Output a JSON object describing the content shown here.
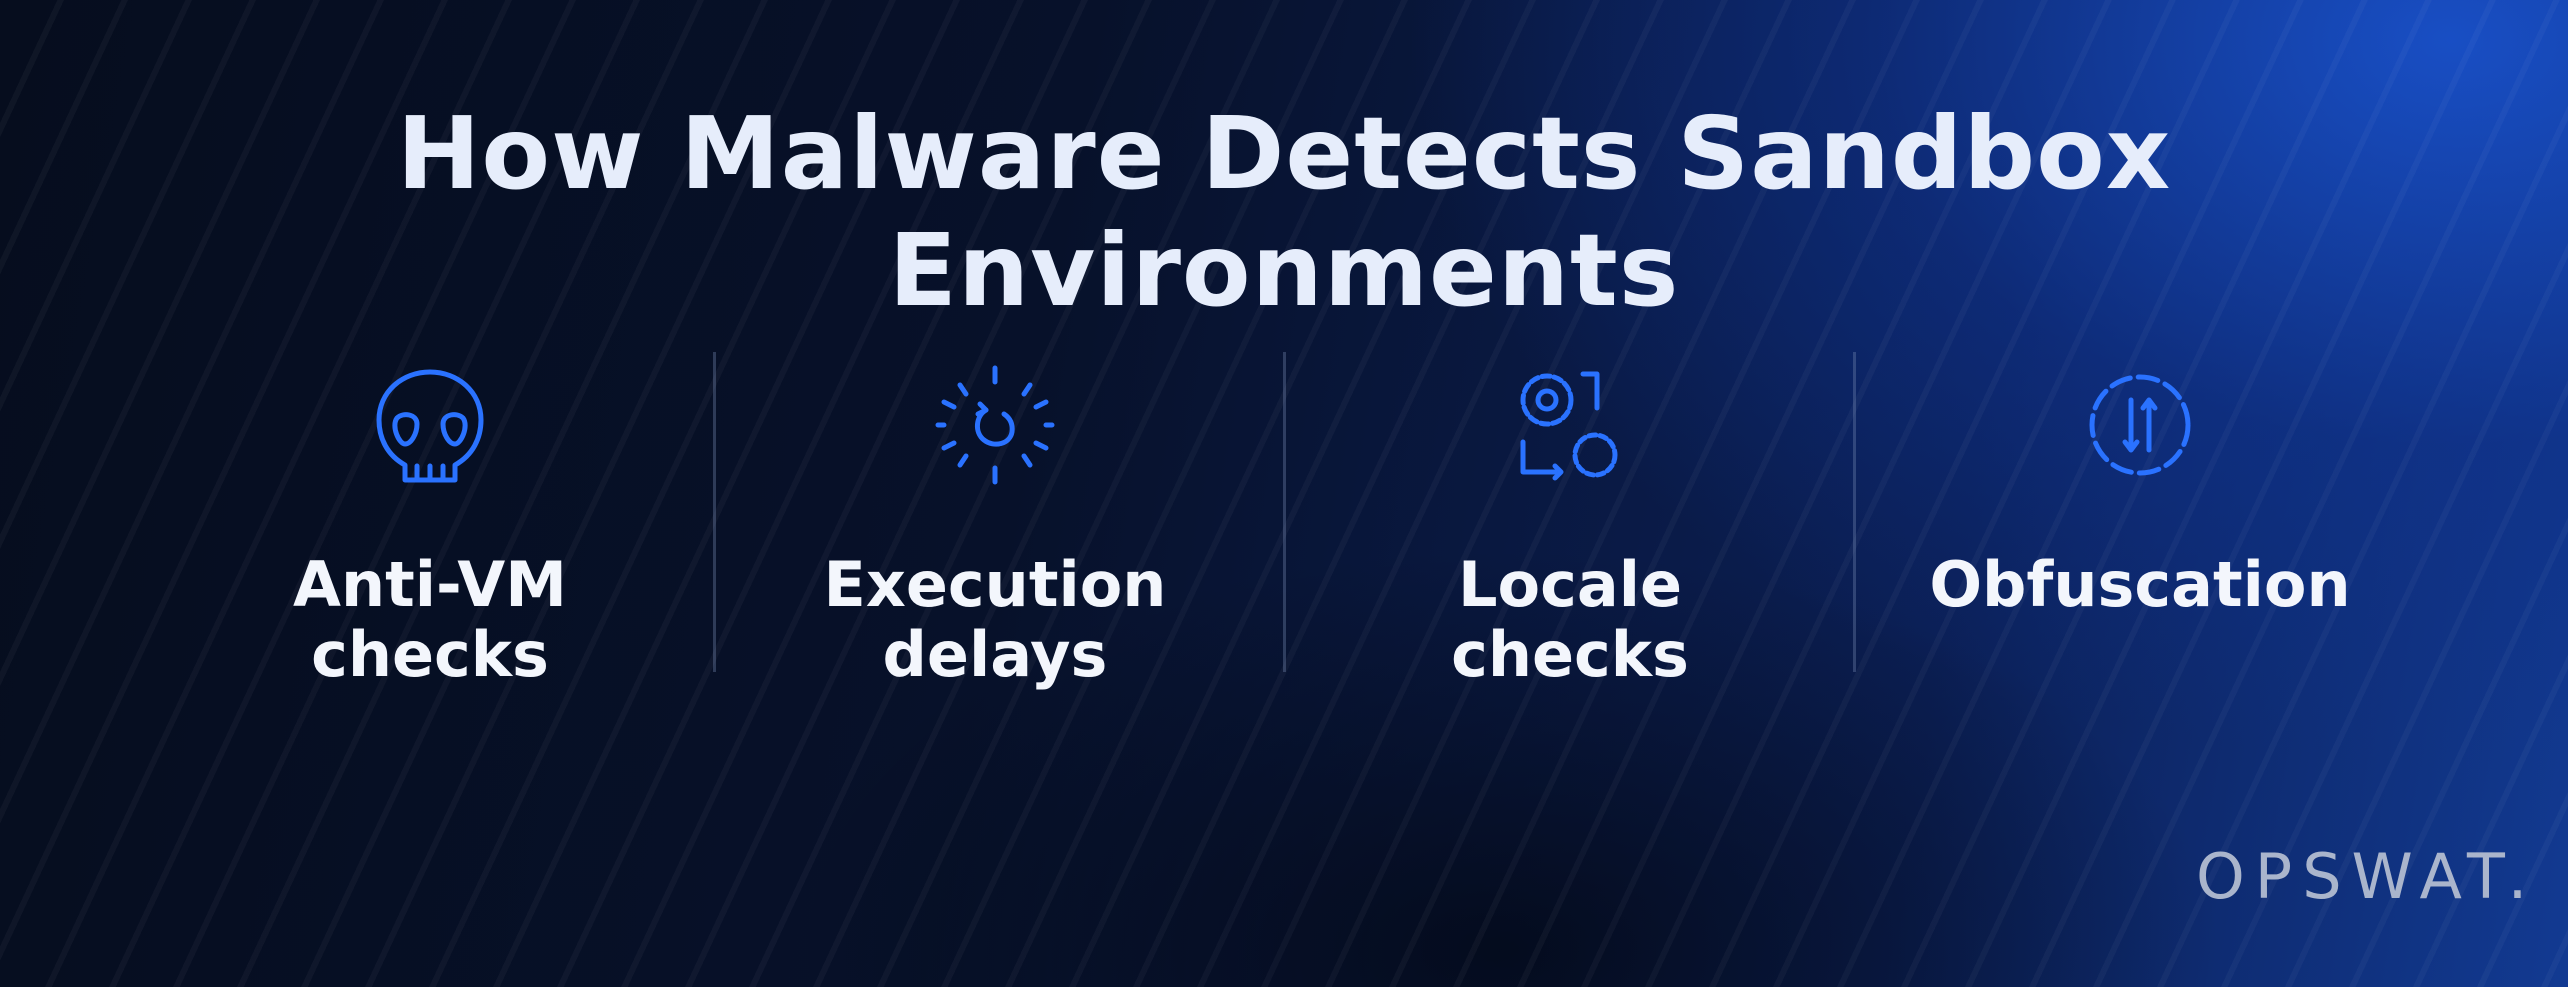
{
  "title": "How Malware Detects Sandbox Environments",
  "items": [
    {
      "line1": "Anti-VM",
      "line2": "checks",
      "icon": "skull-icon"
    },
    {
      "line1": "Execution",
      "line2": "delays",
      "icon": "loading-sun-icon"
    },
    {
      "line1": "Locale",
      "line2": "checks",
      "icon": "gears-switch-icon"
    },
    {
      "line1": "Obfuscation",
      "line2": "",
      "icon": "gear-arrows-icon"
    }
  ],
  "logo": "OPSWAT.",
  "colors": {
    "accent": "#2a72ff",
    "text": "#f3f6fc",
    "logo": "#aab5cc"
  }
}
